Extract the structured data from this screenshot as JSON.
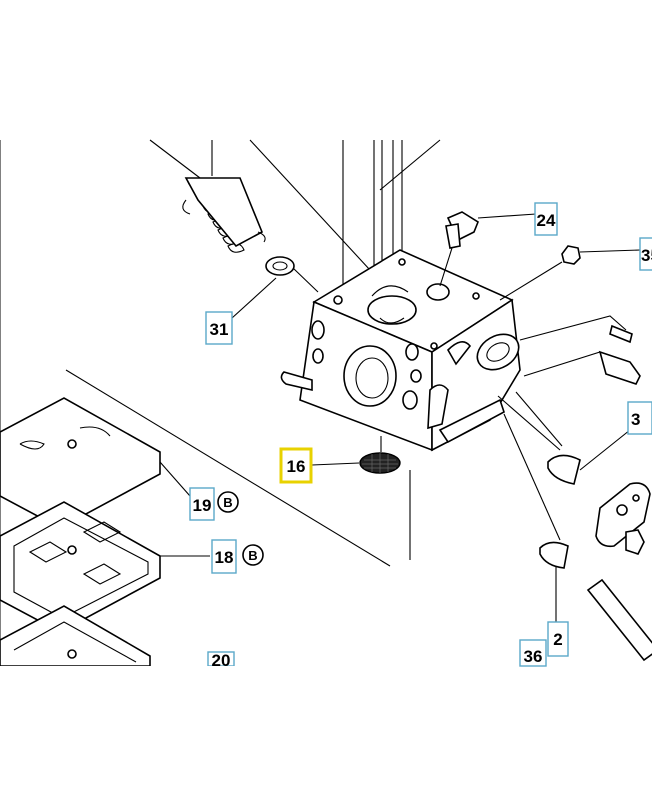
{
  "callouts": {
    "c24": "24",
    "c35": "35",
    "c31": "31",
    "c3": "3",
    "c16": "16",
    "c19": "19",
    "c18": "18",
    "c2": "2",
    "c36": "36",
    "c20": "20"
  },
  "badges": {
    "b19": "B",
    "b18": "B"
  },
  "colors": {
    "callout_border": "#5aa9c9",
    "highlight_border": "#e8d200"
  }
}
